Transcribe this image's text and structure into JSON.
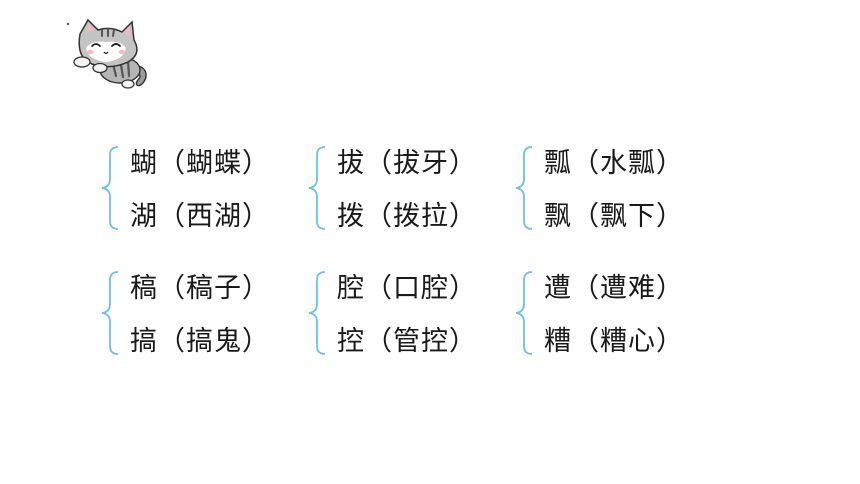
{
  "colors": {
    "brace": "#6fc0e8",
    "text": "#1a1a1a",
    "background": "#ffffff"
  },
  "icons": {
    "mascot": "gray-cat-icon"
  },
  "rows": [
    {
      "groups": [
        {
          "top": "蝴（蝴蝶）",
          "bottom": "湖（西湖）"
        },
        {
          "top": "拔（拔牙）",
          "bottom": "拨（拨拉）"
        },
        {
          "top": "瓢（水瓢）",
          "bottom": "飘（飘下）"
        }
      ]
    },
    {
      "groups": [
        {
          "top": "稿（稿子）",
          "bottom": "搞（搞鬼）"
        },
        {
          "top": "腔（口腔）",
          "bottom": "控（管控）"
        },
        {
          "top": "遭（遭难）",
          "bottom": "糟（糟心）"
        }
      ]
    }
  ]
}
